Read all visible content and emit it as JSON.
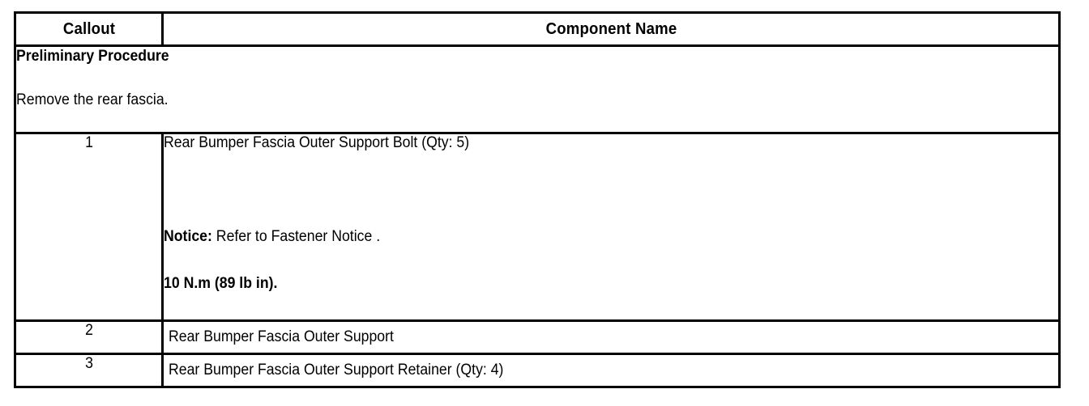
{
  "document": {
    "type": "service-manual-parts-table",
    "colors": {
      "border": "#000000",
      "text": "#000000",
      "background": "#ffffff"
    }
  },
  "table": {
    "headers": {
      "callout": "Callout",
      "component_name": "Component Name"
    },
    "preliminary": {
      "title": "Preliminary Procedure",
      "text": "Remove the rear fascia."
    },
    "rows": [
      {
        "callout": "1",
        "name": "Rear Bumper Fascia Outer Support Bolt (Qty: 5)",
        "notice_label": "Notice:",
        "notice_text": " Refer to Fastener Notice .",
        "torque": "10 N.m (89 lb in)."
      },
      {
        "callout": "2",
        "name": "Rear Bumper Fascia Outer Support"
      },
      {
        "callout": "3",
        "name": "Rear Bumper Fascia Outer Support Retainer (Qty: 4)"
      }
    ]
  }
}
